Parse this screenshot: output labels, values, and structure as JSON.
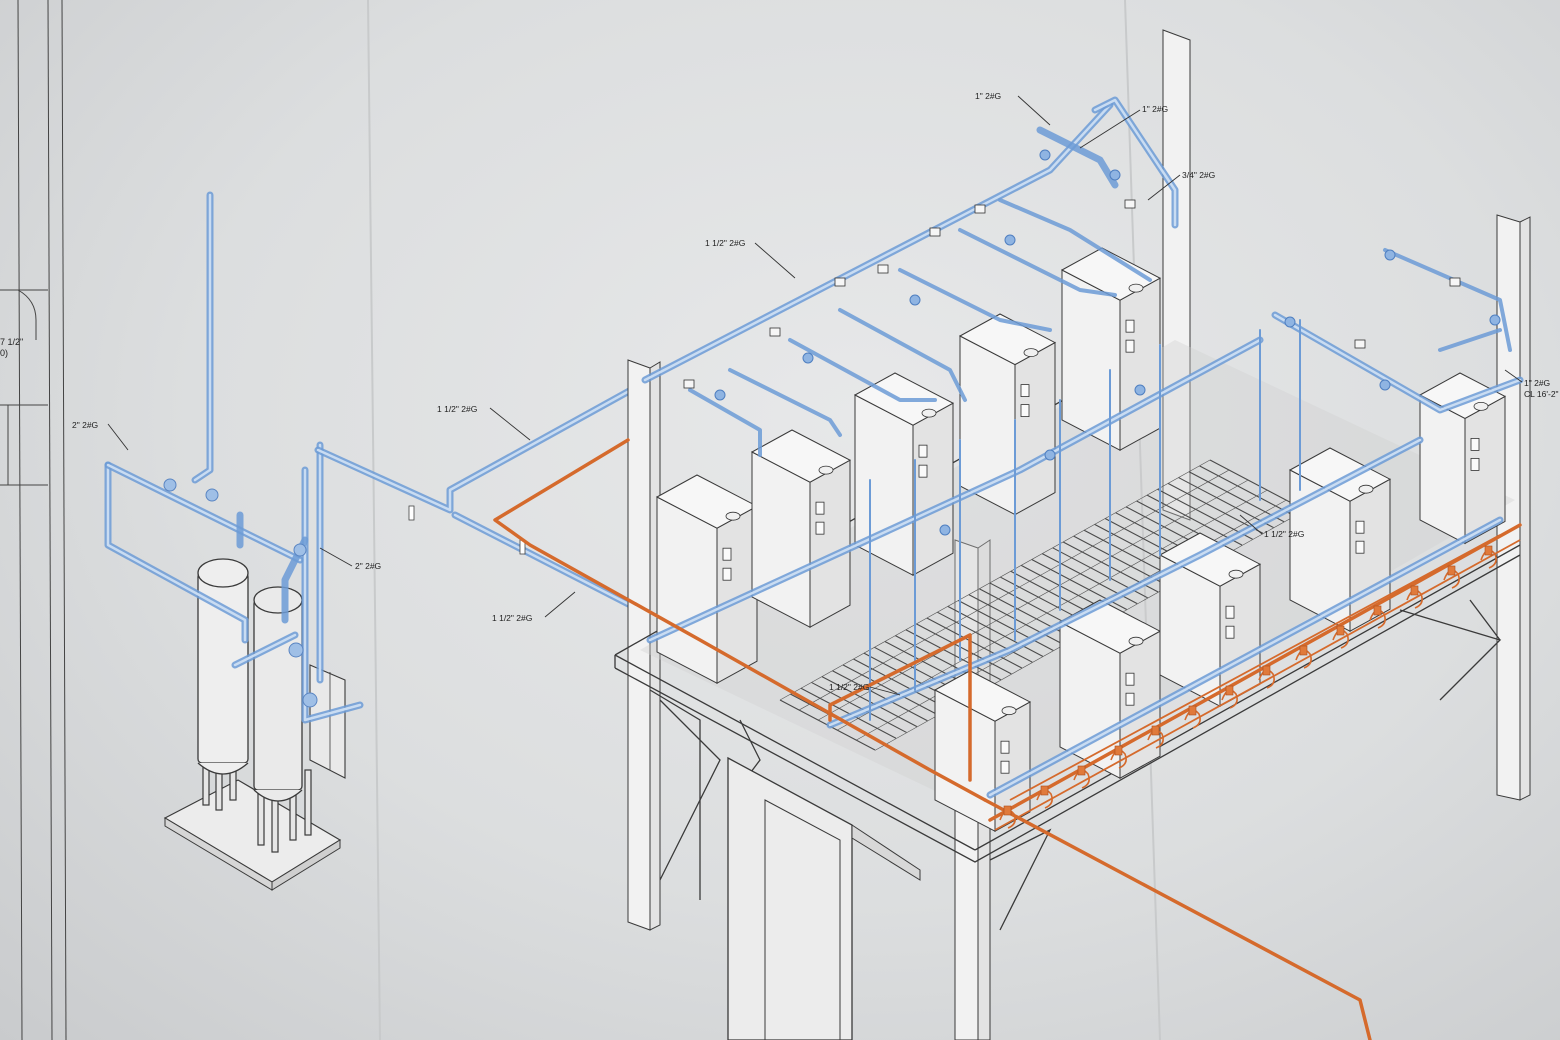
{
  "diagram": {
    "pipe_labels": [
      {
        "id": "l1",
        "text": "1\" 2#G"
      },
      {
        "id": "l2",
        "text": "1\" 2#G"
      },
      {
        "id": "l3",
        "text": "3/4\" 2#G"
      },
      {
        "id": "l4",
        "text": "1 1/2\" 2#G"
      },
      {
        "id": "l5",
        "text": "1 1/2\" 2#G"
      },
      {
        "id": "l6",
        "text": "2\" 2#G"
      },
      {
        "id": "l7",
        "text": "2\" 2#G"
      },
      {
        "id": "l8",
        "text": "1 1/2\" 2#G"
      },
      {
        "id": "l9",
        "text": "1 1/2\" 2#G"
      },
      {
        "id": "l10",
        "text": "1 1/2\" 2#G"
      },
      {
        "id": "l11",
        "text": "1\" 2#G"
      },
      {
        "id": "l12",
        "text": "CL 16'-2\""
      }
    ],
    "edge_labels": [
      {
        "id": "e1",
        "text": "7 1/2\""
      },
      {
        "id": "e2",
        "text": "0)"
      }
    ],
    "colors": {
      "gas_pipe": "#6c9bd6",
      "electrical_conduit": "#d56a2c",
      "structure": "#3a3a3a",
      "paper": "#e3e4e5"
    }
  }
}
